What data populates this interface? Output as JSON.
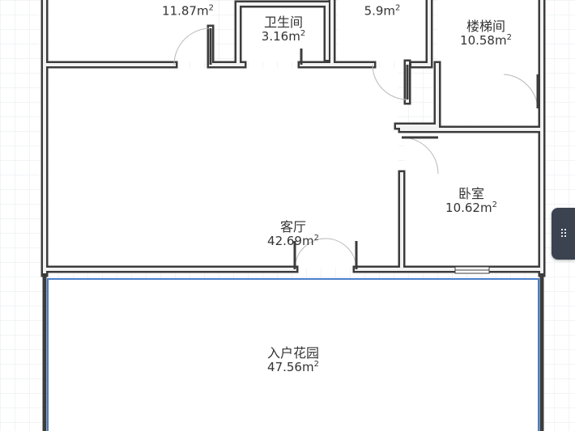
{
  "rooms": [
    {
      "name": "",
      "area": "11.87"
    },
    {
      "name": "卫生间",
      "area": "3.16"
    },
    {
      "name": "",
      "area": "5.9"
    },
    {
      "name": "楼梯间",
      "area": "10.58"
    },
    {
      "name": "卧室",
      "area": "10.62"
    },
    {
      "name": "客厅",
      "area": "42.69"
    },
    {
      "name": "入户花园",
      "area": "47.56"
    }
  ],
  "area_unit": "m",
  "area_unit_power": "2",
  "colors": {
    "grid": "#e6e9ee",
    "wall": "#3c3c3c",
    "wall_inner": "#f2f2f2",
    "selected_outline": "#4a7fc9",
    "handle": "#3b4250"
  },
  "icons": {
    "side_handle": "grip-dots-icon"
  }
}
